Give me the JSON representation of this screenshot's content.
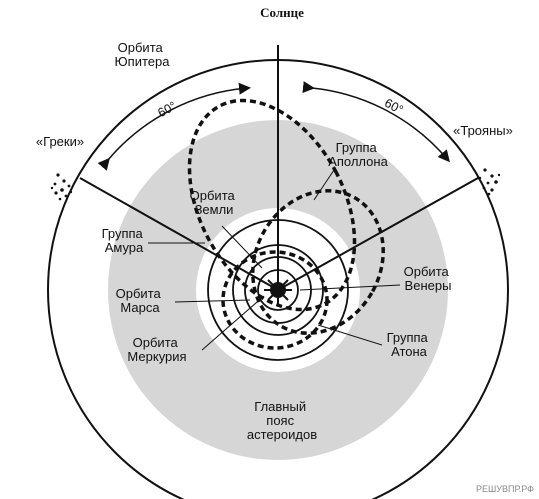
{
  "title": "Солнце",
  "labels": {
    "jupiter_orbit_1": "Орбита",
    "jupiter_orbit_2": "Юпитера",
    "greeks": "«Греки»",
    "trojans": "«Трояны»",
    "angle_left": "60°",
    "angle_right": "60°",
    "apollo_1": "Группа",
    "apollo_2": "Аполлона",
    "earth_1": "Орбита",
    "earth_2": "Земли",
    "amur_1": "Группа",
    "amur_2": "Амура",
    "venus_1": "Орбита",
    "venus_2": "Венеры",
    "mars_1": "Орбита",
    "mars_2": "Марса",
    "mercury_1": "Орбита",
    "mercury_2": "Меркурия",
    "aton_1": "Группа",
    "aton_2": "Атона",
    "belt_1": "Главный",
    "belt_2": "пояс",
    "belt_3": "астероидов"
  },
  "watermark": "РЕШУВПР.РФ",
  "colors": {
    "belt_fill": "#d6d6d6",
    "line": "#111111",
    "background": "#ffffff"
  }
}
